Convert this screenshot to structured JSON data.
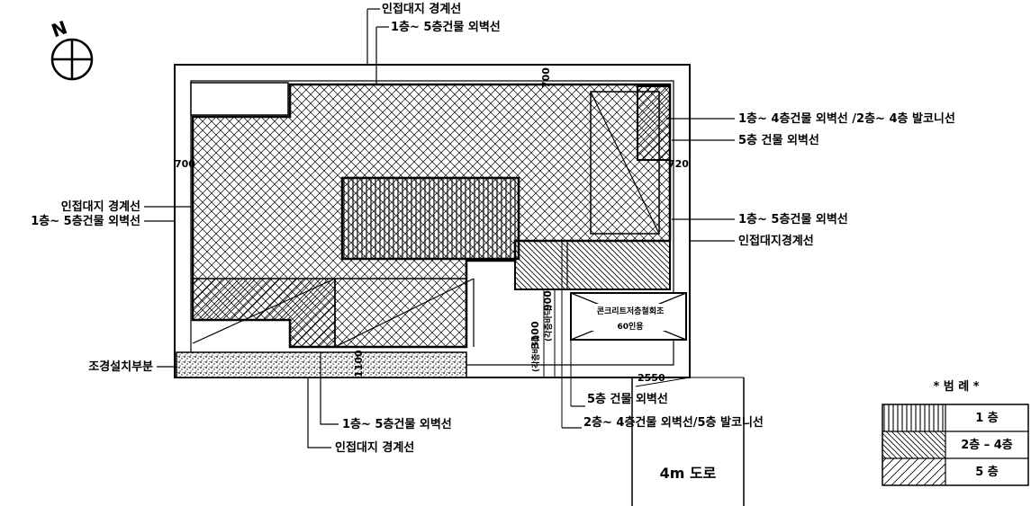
{
  "north": {
    "letter": "N"
  },
  "labels": {
    "top_boundary": "인접대지 경계선",
    "top_wall_1_5": "1층~ 5층건물 외벽선",
    "right_wall_1_4_balcony": "1층~ 4층건물 외벽선 /2층~ 4층 발코니선",
    "right_wall_5": "5층 건물 외벽선",
    "right_wall_1_5": "1층~ 5층건물 외벽선",
    "right_boundary": "인접대지경계선",
    "left_boundary": "인접대지 경계선",
    "left_wall_1_5": "1층~ 5층건물 외벽선",
    "landscape": "조경설치부분",
    "bottom_wall_1_5": "1층~ 5층건물 외벽선",
    "bottom_boundary": "인접대지 경계선",
    "bottom_wall_5": "5층 건물 외벽선",
    "bottom_wall_2_4_balcony": "2층~ 4층건물 외벽선/5층 발코니선",
    "road": "4m 도로",
    "structure": "콘크리트저층철회조",
    "parking": "60인용"
  },
  "dimensions": {
    "top": "700",
    "left": "700",
    "right": "720",
    "bottom_landscape": "1100",
    "vertical_1": "3100",
    "vertical_2": "900",
    "road_width": "2550",
    "small_1": "(각층바닥)",
    "small_2": "(각층바닥)"
  },
  "legend": {
    "title": "* 범 례 *",
    "items": [
      {
        "label": "1 층",
        "pattern": "vertical"
      },
      {
        "label": "2층 – 4층",
        "pattern": "diagonal-dense"
      },
      {
        "label": "5 층",
        "pattern": "diagonal-sparse"
      }
    ]
  }
}
